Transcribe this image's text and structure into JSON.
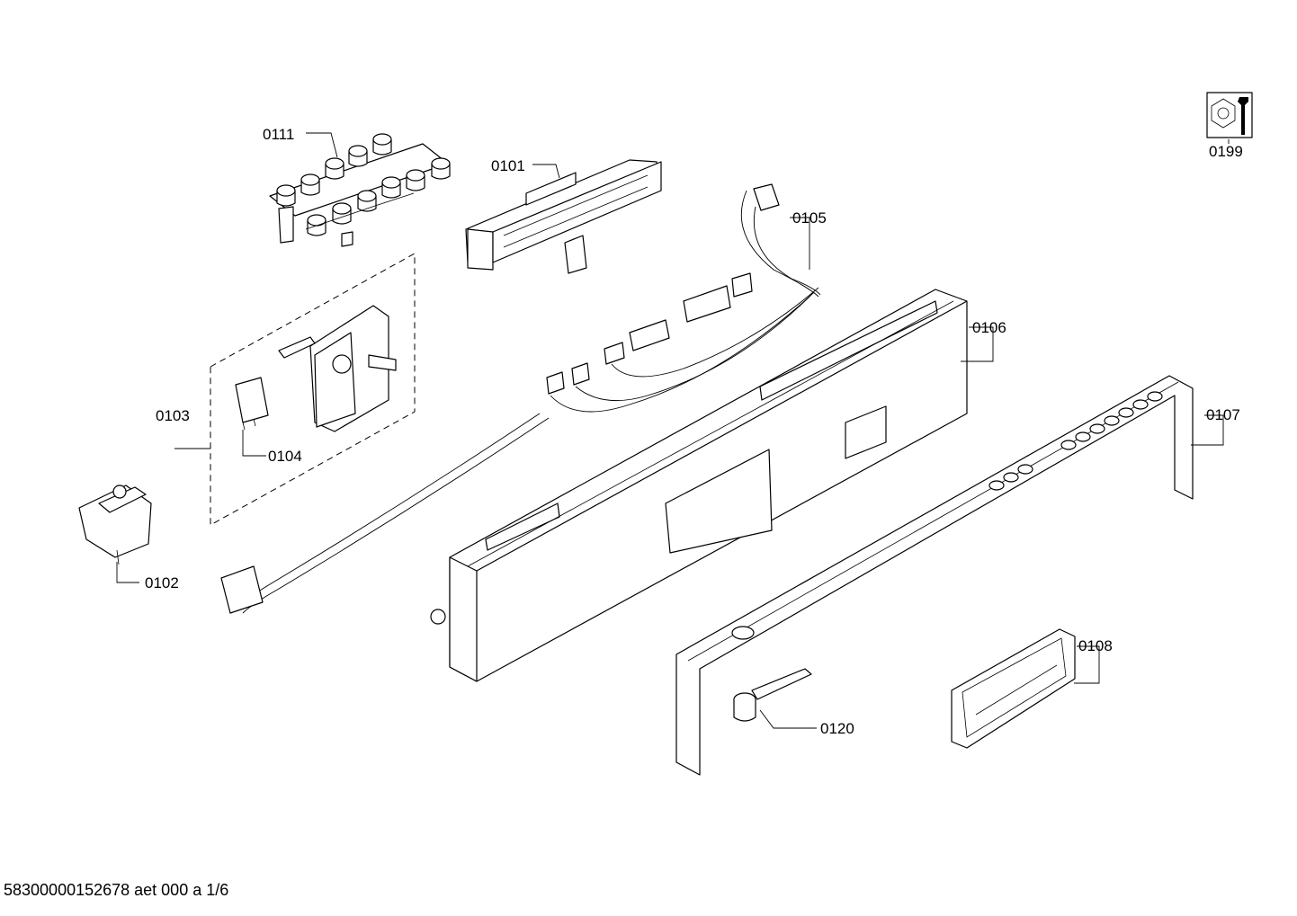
{
  "callouts": {
    "p0111": "0111",
    "p0101": "0101",
    "p0105": "0105",
    "p0106": "0106",
    "p0103": "0103",
    "p0104": "0104",
    "p0107": "0107",
    "p0102": "0102",
    "p0108": "0108",
    "p0120": "0120",
    "p0199": "0199"
  },
  "footer": {
    "doc_id": "58300000152678 aet 000 a 1/6"
  },
  "icons": {
    "service_tool": "nut-wrench-icon"
  }
}
